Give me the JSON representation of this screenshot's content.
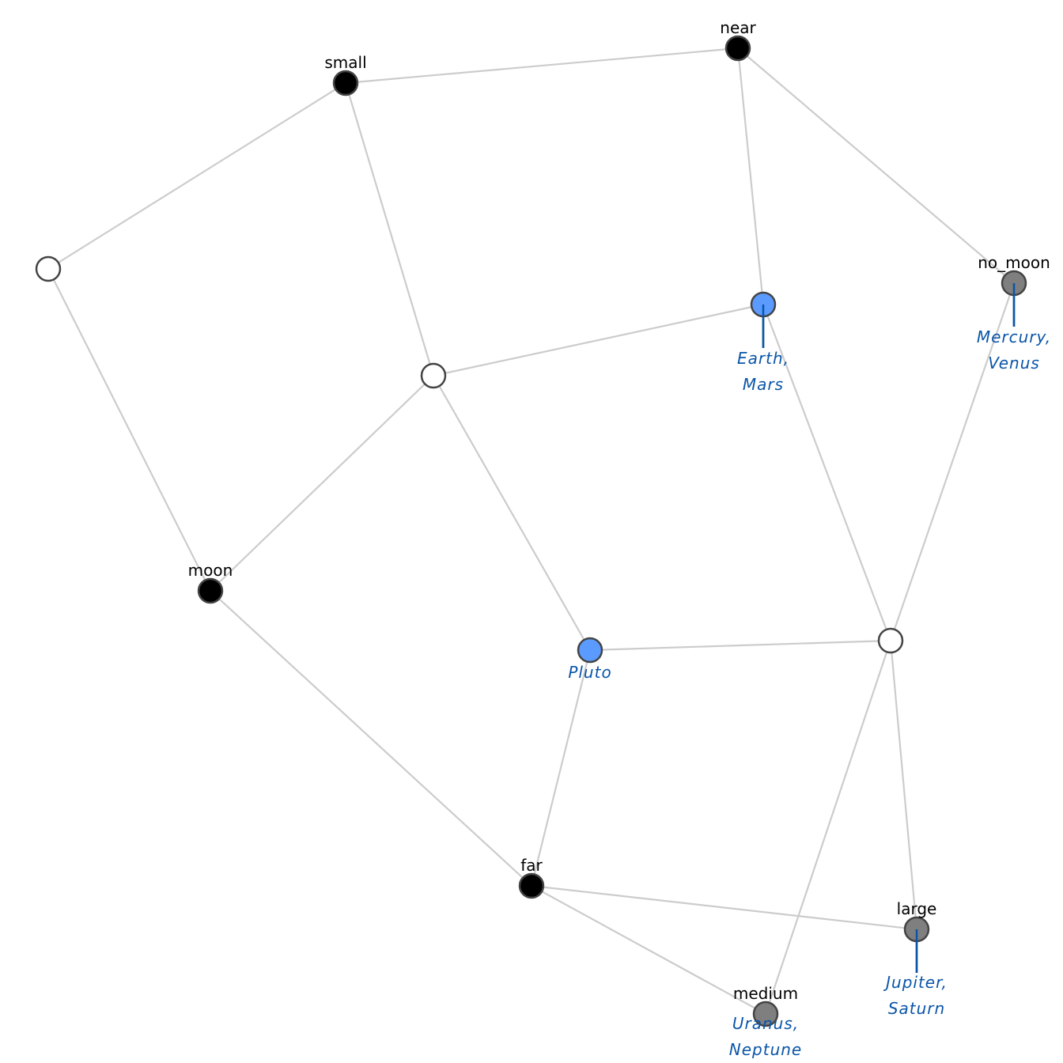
{
  "colors": {
    "edge": "#cccccc",
    "stroke": "#444444",
    "black": "#000000",
    "gray": "#7f7f7f",
    "blue": "#5b9bff",
    "empty": "#ffffff",
    "object_text": "#0a55a8"
  },
  "nodes": [
    {
      "id": "near",
      "attr": "near",
      "objects": [],
      "fill": "black"
    },
    {
      "id": "small",
      "attr": "small",
      "objects": [],
      "fill": "black"
    },
    {
      "id": "a",
      "attr": "",
      "objects": [],
      "fill": "empty"
    },
    {
      "id": "earthmars",
      "attr": "",
      "objects": [
        "Earth,",
        "Mars"
      ],
      "fill": "blue"
    },
    {
      "id": "no_moon",
      "attr": "no_moon",
      "objects": [
        "Mercury,",
        "Venus"
      ],
      "fill": "gray"
    },
    {
      "id": "b",
      "attr": "",
      "objects": [],
      "fill": "empty"
    },
    {
      "id": "moon",
      "attr": "moon",
      "objects": [],
      "fill": "black"
    },
    {
      "id": "pluto",
      "attr": "",
      "objects": [
        "Pluto"
      ],
      "fill": "blue"
    },
    {
      "id": "c",
      "attr": "",
      "objects": [],
      "fill": "empty"
    },
    {
      "id": "far",
      "attr": "far",
      "objects": [],
      "fill": "black"
    },
    {
      "id": "large",
      "attr": "large",
      "objects": [
        "Jupiter,",
        "Saturn"
      ],
      "fill": "gray"
    },
    {
      "id": "medium",
      "attr": "medium",
      "objects": [
        "Uranus,",
        "Neptune"
      ],
      "fill": "gray"
    }
  ],
  "edges": [
    [
      "small",
      "near"
    ],
    [
      "small",
      "a"
    ],
    [
      "small",
      "b"
    ],
    [
      "near",
      "earthmars"
    ],
    [
      "near",
      "no_moon"
    ],
    [
      "a",
      "moon"
    ],
    [
      "b",
      "earthmars"
    ],
    [
      "b",
      "moon"
    ],
    [
      "b",
      "pluto"
    ],
    [
      "earthmars",
      "c"
    ],
    [
      "no_moon",
      "c"
    ],
    [
      "moon",
      "far"
    ],
    [
      "pluto",
      "c"
    ],
    [
      "pluto",
      "far"
    ],
    [
      "c",
      "medium"
    ],
    [
      "c",
      "large"
    ],
    [
      "far",
      "large"
    ],
    [
      "far",
      "medium"
    ]
  ]
}
